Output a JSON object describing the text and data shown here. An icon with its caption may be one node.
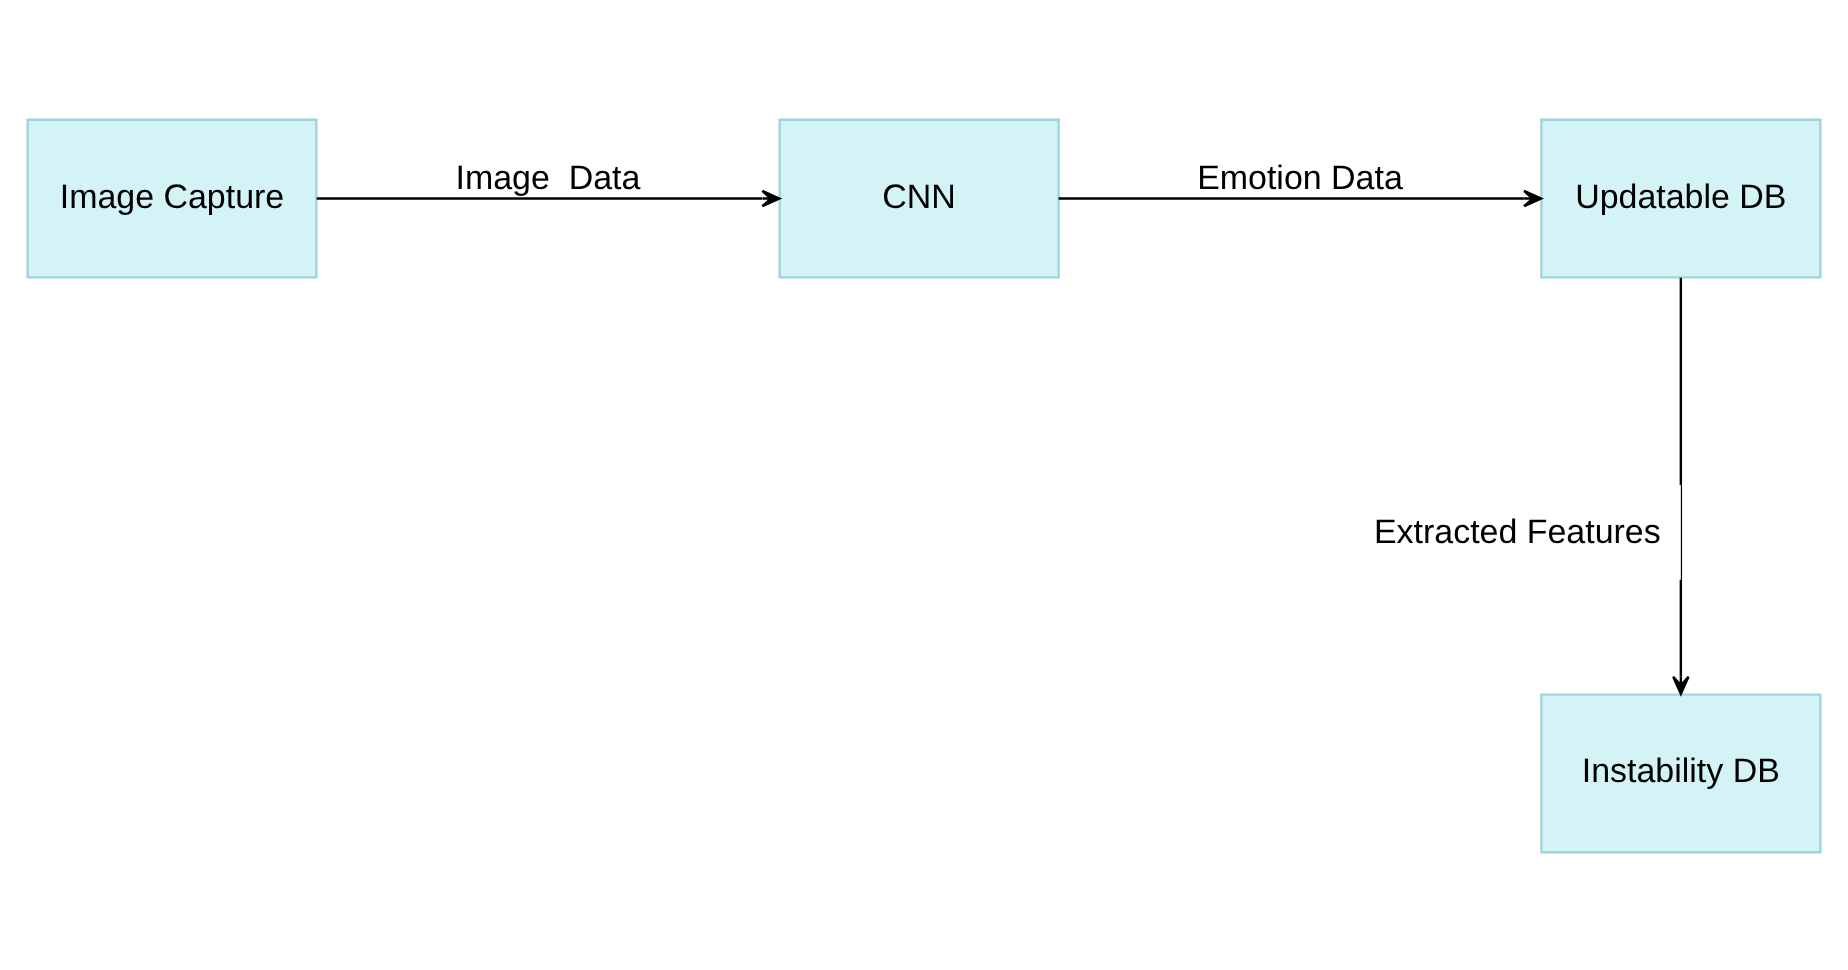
{
  "diagram": {
    "nodes": [
      {
        "text": [
          "Image Capture"
        ]
      },
      {
        "text": [
          "CNN"
        ]
      },
      {
        "text": [
          "Updatable DB"
        ]
      },
      {
        "text": [
          "Instability DB"
        ]
      }
    ],
    "edges": [
      {
        "from": 0,
        "to": 1,
        "arrow": "to",
        "label": "Image  Data"
      },
      {
        "from": 1,
        "to": 2,
        "arrow": "to",
        "label": "Emotion Data"
      },
      {
        "from": 2,
        "to": 3,
        "arrow": "to",
        "label": "Extracted Features"
      }
    ]
  }
}
